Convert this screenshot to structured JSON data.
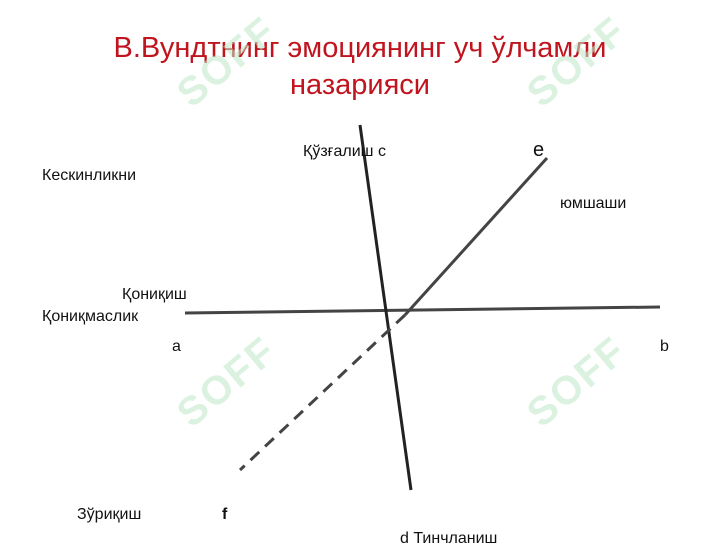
{
  "title": {
    "line1": "В.Вундтнинг эмоциянинг уч ўлчамли",
    "line2": "назарияси"
  },
  "labels": {
    "c": "Қўзғалиш с",
    "e": "е",
    "kesk": "Кескинликни",
    "yumsh": "юмшаши",
    "qonikish": "Қониқиш",
    "qonikmaslik": "Қониқмаслик",
    "a": "а",
    "b": "b",
    "zurikish": "Зўриқиш",
    "f": "f",
    "d": "d  Тинчланиш"
  },
  "watermark": {
    "text": "SOFF"
  },
  "colors": {
    "title": "#c0141e",
    "lines": "#444444",
    "watermark": "#bfe9c8"
  }
}
